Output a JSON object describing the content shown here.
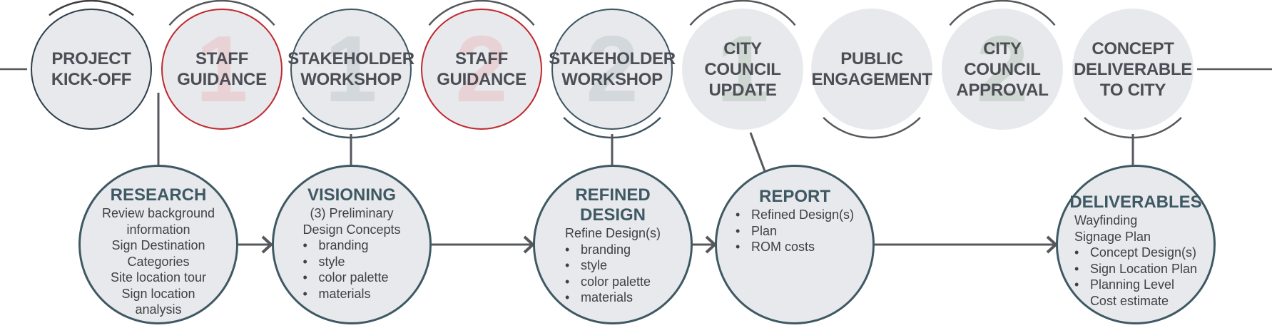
{
  "colors": {
    "fill": "#e8e9ed",
    "navy": "#2f3f4c",
    "red": "#c0282f",
    "slate": "#3d5560",
    "connector": "#55585c",
    "work_title": "#3e5963",
    "pink_number": "#eea4a8",
    "gray_number": "#a8b6bd",
    "green_number": "#9cb39a"
  },
  "stages": [
    {
      "id": "kickoff",
      "label": "PROJECT\nKICK-OFF",
      "number": "",
      "number_color": "",
      "border": "navy"
    },
    {
      "id": "staff1",
      "label": "STAFF\nGUIDANCE",
      "number": "1",
      "number_color": "#eea4a8",
      "border": "red"
    },
    {
      "id": "stake1",
      "label": "STAKEHOLDER\nWORKSHOP",
      "number": "1",
      "number_color": "#a8b6bd",
      "border": "slate"
    },
    {
      "id": "staff2",
      "label": "STAFF\nGUIDANCE",
      "number": "2",
      "number_color": "#eea4a8",
      "border": "red"
    },
    {
      "id": "stake2",
      "label": "STAKEHOLDER\nWORKSHOP",
      "number": "2",
      "number_color": "#a8b6bd",
      "border": "slate"
    },
    {
      "id": "council1",
      "label": "CITY\nCOUNCIL\nUPDATE",
      "number": "1",
      "number_color": "#9cb39a",
      "border": "none"
    },
    {
      "id": "public",
      "label": "PUBLIC\nENGAGEMENT",
      "number": "",
      "number_color": "",
      "border": "none"
    },
    {
      "id": "council2",
      "label": "CITY\nCOUNCIL\nAPPROVAL",
      "number": "2",
      "number_color": "#9cb39a",
      "border": "none"
    },
    {
      "id": "deliver",
      "label": "CONCEPT\nDELIVERABLE\nTO CITY",
      "number": "",
      "number_color": "",
      "border": "none"
    }
  ],
  "work": [
    {
      "id": "research",
      "title": "RESEARCH",
      "lines": [
        {
          "text": "Review background",
          "bullet": false
        },
        {
          "text": "information",
          "bullet": false
        },
        {
          "text": "Sign Destination",
          "bullet": false
        },
        {
          "text": "Categories",
          "bullet": false
        },
        {
          "text": "Site location tour",
          "bullet": false
        },
        {
          "text": "Sign location",
          "bullet": false
        },
        {
          "text": "analysis",
          "bullet": false
        }
      ]
    },
    {
      "id": "visioning",
      "title": "VISIONING",
      "lines": [
        {
          "text": "(3) Preliminary",
          "bullet": false
        },
        {
          "text": "Design Concepts",
          "bullet": false
        },
        {
          "text": "branding",
          "bullet": true
        },
        {
          "text": "style",
          "bullet": true
        },
        {
          "text": "color palette",
          "bullet": true
        },
        {
          "text": "materials",
          "bullet": true
        }
      ]
    },
    {
      "id": "refined",
      "title": "REFINED\nDESIGN",
      "lines": [
        {
          "text": "Refine Design(s)",
          "bullet": false
        },
        {
          "text": "branding",
          "bullet": true
        },
        {
          "text": "style",
          "bullet": true
        },
        {
          "text": "color palette",
          "bullet": true
        },
        {
          "text": "materials",
          "bullet": true
        }
      ]
    },
    {
      "id": "report",
      "title": "REPORT",
      "lines": [
        {
          "text": "Refined Design(s)",
          "bullet": true
        },
        {
          "text": "Plan",
          "bullet": true
        },
        {
          "text": "ROM costs",
          "bullet": true
        }
      ]
    },
    {
      "id": "deliverables",
      "title": "DELIVERABLES",
      "lines": [
        {
          "text": "Wayfinding",
          "bullet": false
        },
        {
          "text": "Signage Plan",
          "bullet": false
        },
        {
          "text": "Concept Design(s)",
          "bullet": true
        },
        {
          "text": "Sign Location Plan",
          "bullet": true
        },
        {
          "text": "Planning Level",
          "bullet": true
        },
        {
          "text": "Cost estimate",
          "bullet": false
        }
      ]
    }
  ]
}
